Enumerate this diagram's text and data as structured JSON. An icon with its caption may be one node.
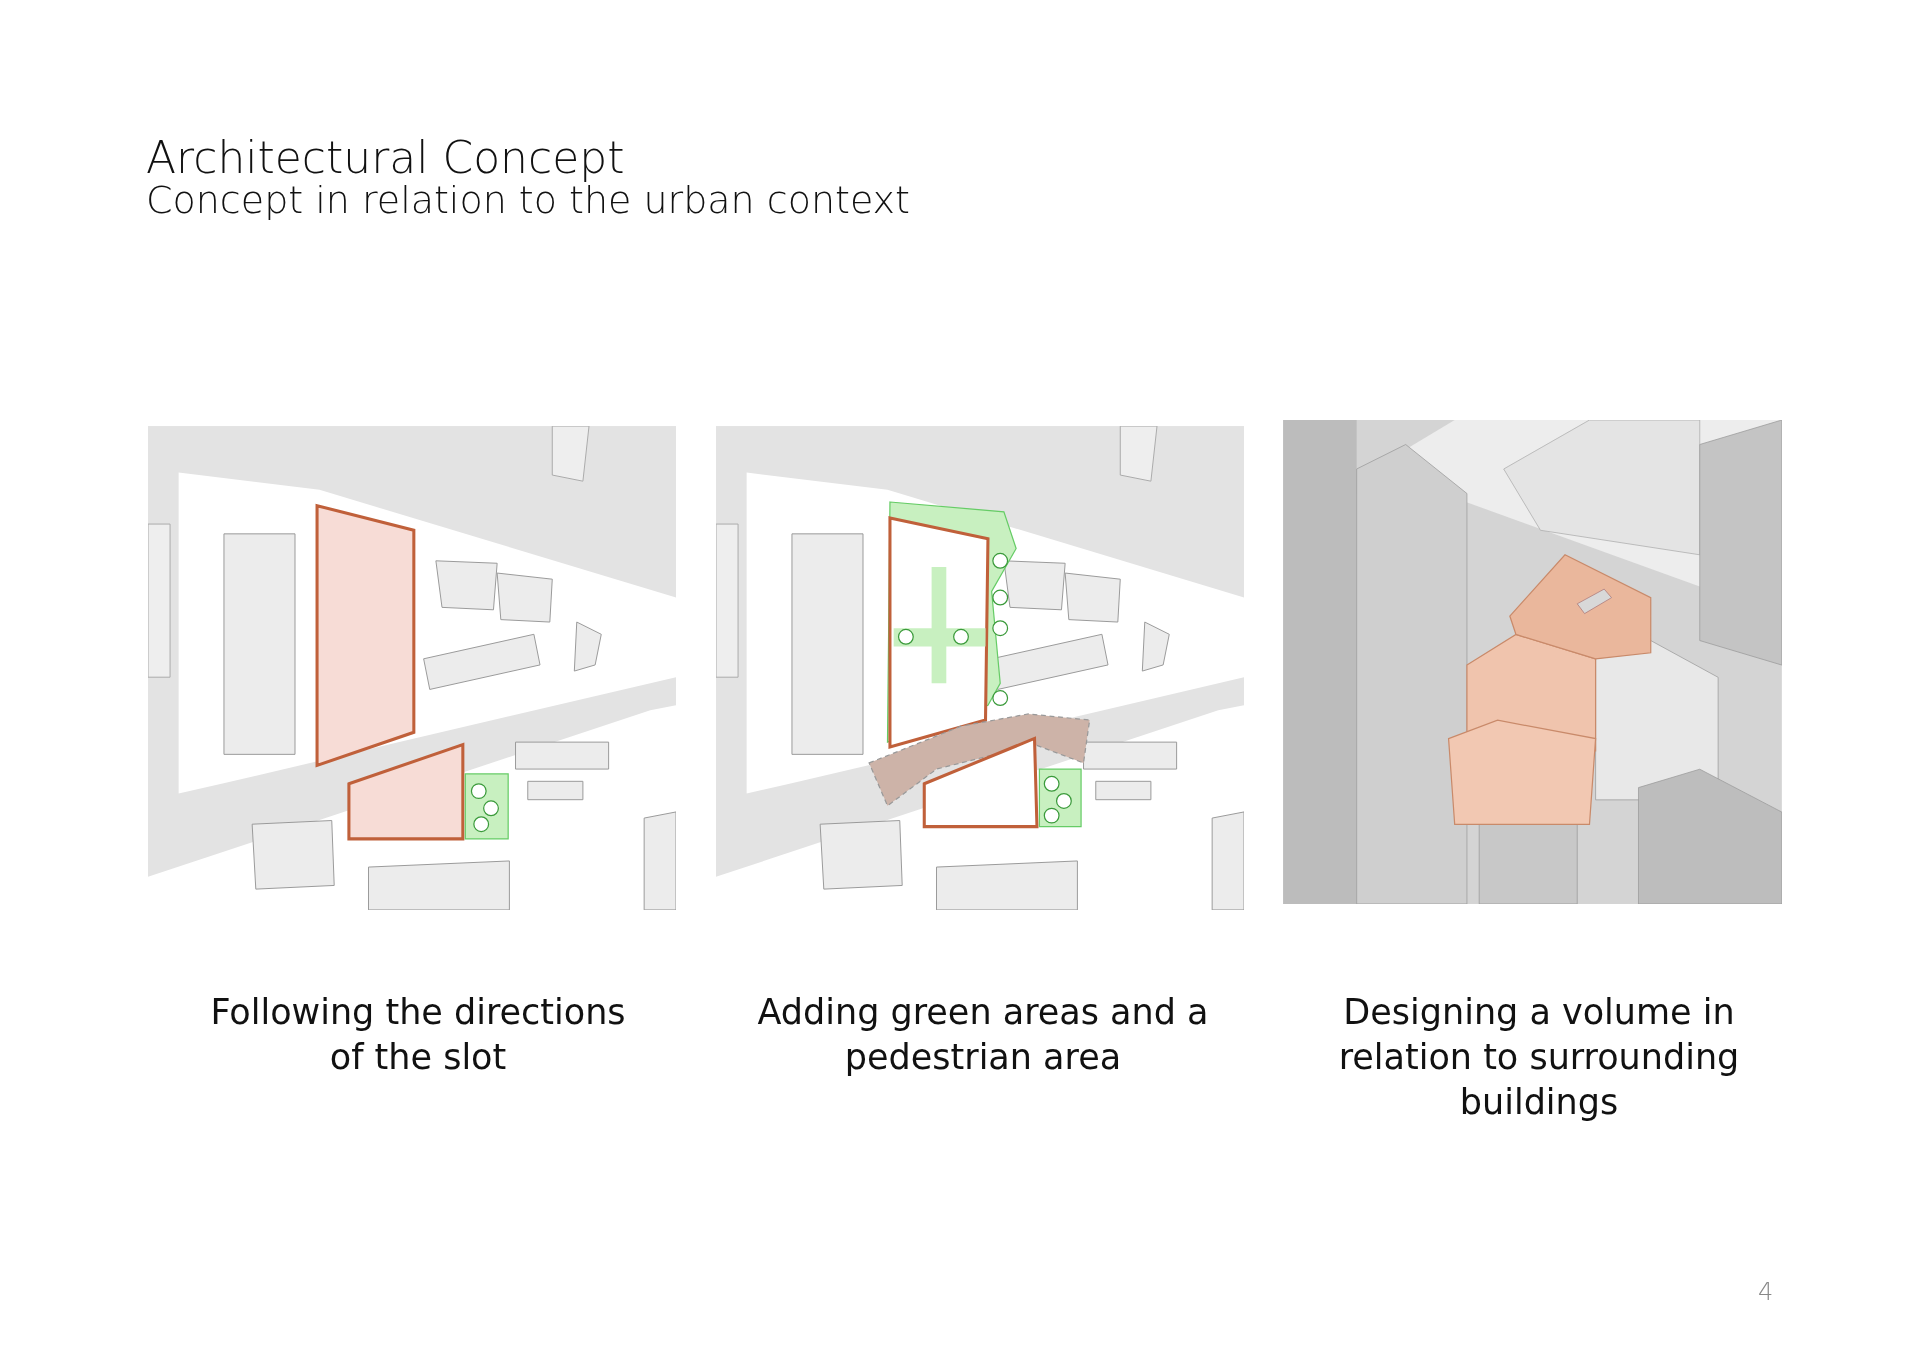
{
  "diagram": {
    "title": "Architectural Concept",
    "labels": [
      "Concept in relation to the urban context",
      "Following the directions of the slot",
      "Adding green areas and a pedestrian area",
      "Designing a volume in relation to surrounding buildings",
      "4"
    ]
  }
}
